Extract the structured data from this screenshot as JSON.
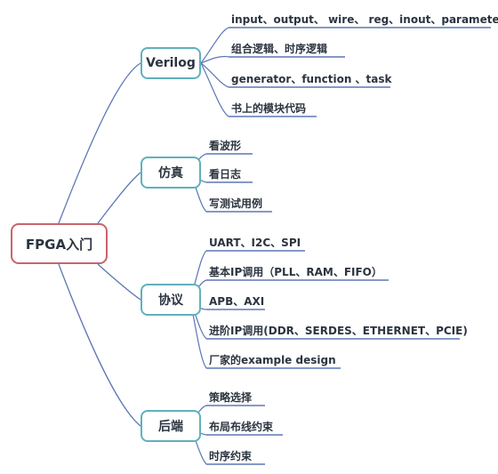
{
  "root": {
    "label": "FPGA入门"
  },
  "branches": [
    {
      "label": "Verilog",
      "leaves": [
        "input、output、 wire、 reg、inout、parameter",
        "组合逻辑、时序逻辑",
        "generator、function 、task",
        "书上的模块代码"
      ]
    },
    {
      "label": "仿真",
      "leaves": [
        "看波形",
        "看日志",
        "写测试用例"
      ]
    },
    {
      "label": "协议",
      "leaves": [
        "UART、I2C、SPI",
        "基本IP调用（PLL、RAM、FIFO）",
        "APB、AXI",
        "进阶IP调用(DDR、SERDES、ETHERNET、PCIE)",
        "厂家的example design"
      ]
    },
    {
      "label": "后端",
      "leaves": [
        "策略选择",
        "布局布线约束",
        "时序约束"
      ]
    }
  ],
  "colors": {
    "root_border": "#c9646c",
    "branch_border": "#5fb1bd",
    "edge": "#5d76b5"
  }
}
